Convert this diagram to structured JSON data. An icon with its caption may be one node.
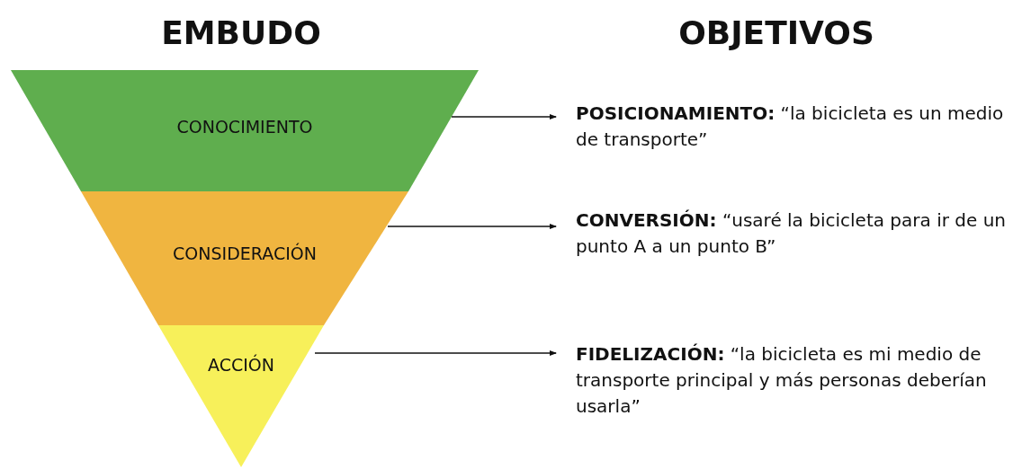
{
  "diagram": {
    "nodes": [
      {
        "text": [
          "CONOCIMIENTO"
        ]
      },
      {
        "text": [
          "CONSIDERACIÓN"
        ]
      },
      {
        "text": [
          "ACCIÓN"
        ]
      },
      {
        "text": [
          "**POSICIONAMIENTO:** “la bicicleta es un medio de transporte”"
        ]
      },
      {
        "text": [
          "**CONVERSIÓN:** “usaré la bicicleta para ir de un punto A a un punto B”"
        ]
      },
      {
        "text": [
          "**FIDELIZACIÓN:** “la bicicleta es mi medio de transporte principal y más personas deberían usarla”"
        ]
      }
    ],
    "edges": [
      {
        "from": 0,
        "to": 3,
        "arrow": "to"
      },
      {
        "from": 1,
        "to": 4,
        "arrow": "to"
      },
      {
        "from": 2,
        "to": 5,
        "arrow": "to"
      }
    ],
    "labels": [
      "EMBUDO",
      "OBJETIVOS"
    ]
  }
}
